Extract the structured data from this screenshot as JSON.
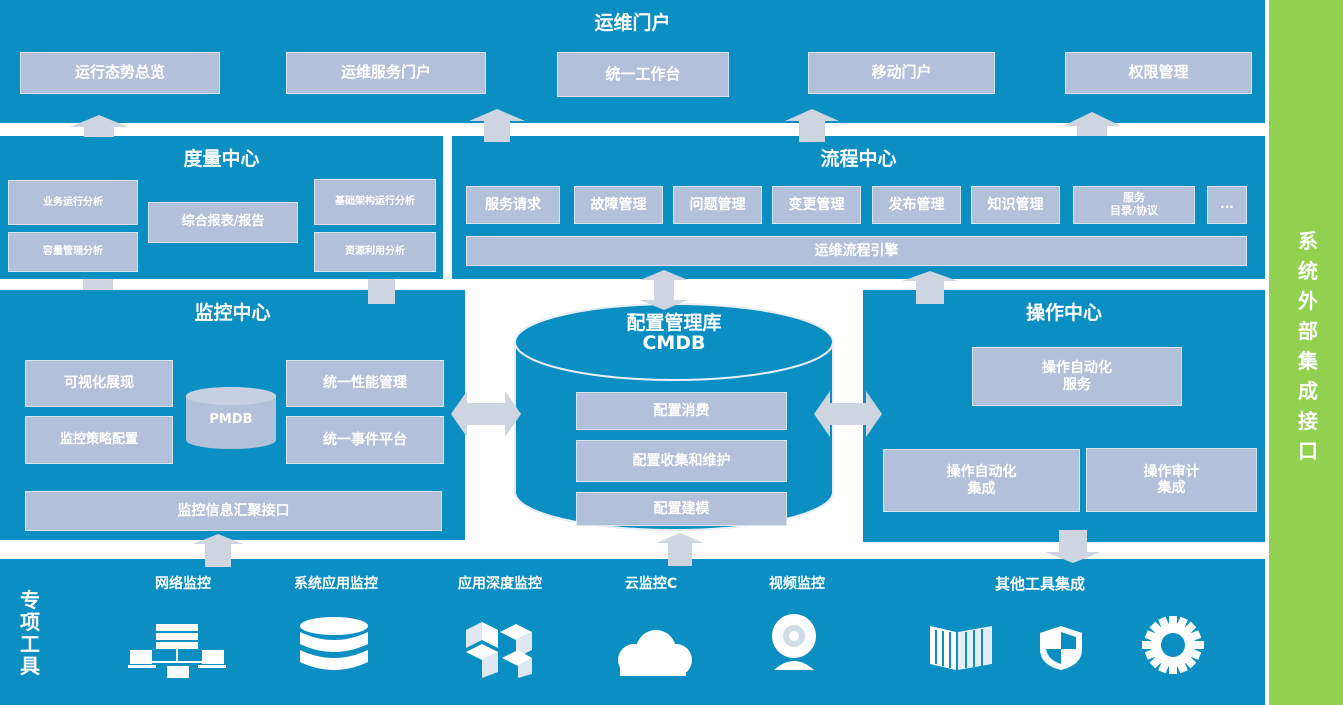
{
  "portal": {
    "title": "运维门户",
    "items": [
      "运行态势总览",
      "运维服务门户",
      "统一工作台",
      "移动门户",
      "权限管理"
    ]
  },
  "metrics": {
    "title": "度量中心",
    "biz": "业务运行分析",
    "capacity": "容量管理分析",
    "report": "综合报表/报告",
    "infra": "基础架构运行分析",
    "resource": "资源利用分析"
  },
  "process": {
    "title": "流程中心",
    "items": [
      "服务请求",
      "故障管理",
      "问题管理",
      "变更管理",
      "发布管理",
      "知识管理",
      "服务\n目录/协议",
      "..."
    ],
    "engine": "运维流程引擎"
  },
  "monitor": {
    "title": "监控中心",
    "visual": "可视化展现",
    "strategy": "监控策略配置",
    "pmdb": "PMDB",
    "perf": "统一性能管理",
    "event": "统一事件平台",
    "agg": "监控信息汇聚接口"
  },
  "cmdb": {
    "title1": "配置管理库",
    "title2": "CMDB",
    "consume": "配置消费",
    "collect": "配置收集和维护",
    "model": "配置建模"
  },
  "operation": {
    "title": "操作中心",
    "service": "操作自动化\n服务",
    "integ": "操作自动化\n集成",
    "audit": "操作审计\n集成"
  },
  "tools": {
    "title": "专项工具",
    "items": [
      "网络监控",
      "系统应用监控",
      "应用深度监控",
      "云监控C",
      "视频监控",
      "其他工具集成"
    ]
  },
  "sidebar": {
    "text": "系统外部集成接口"
  },
  "colors": {
    "panel": "#0b8fc2",
    "box": "#b3c0d9",
    "sidebar": "#92d050",
    "arrow": "#ced4e0"
  }
}
